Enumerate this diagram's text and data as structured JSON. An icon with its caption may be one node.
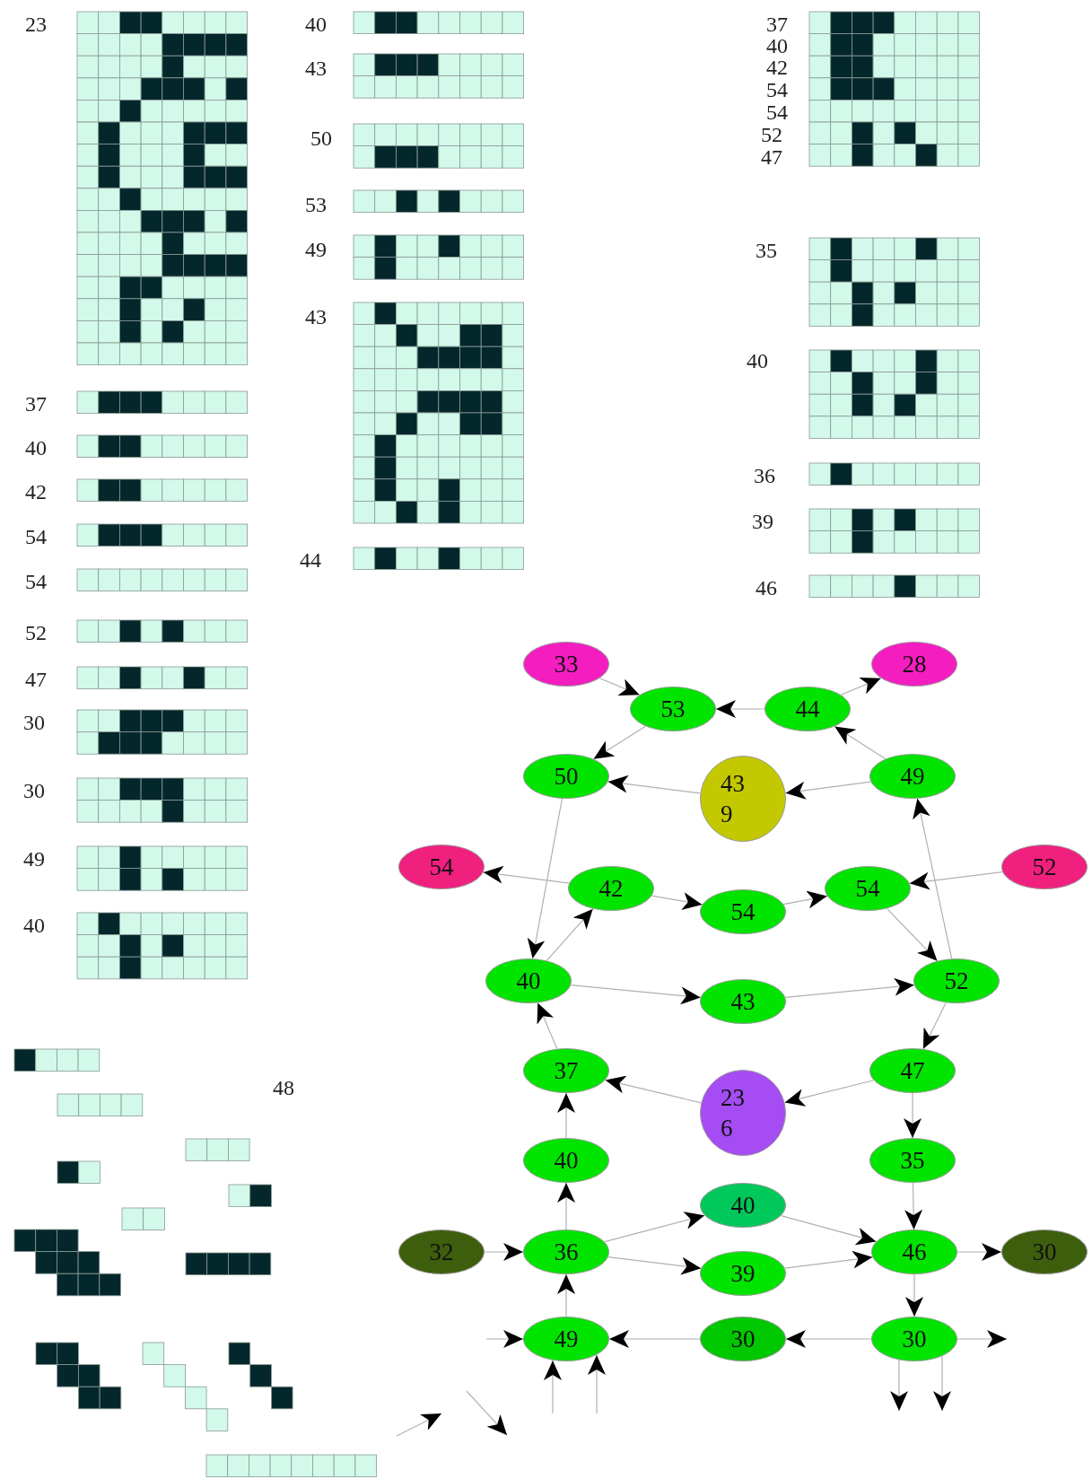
{
  "diagram": {
    "nodes": [
      {
        "text": [
          "33"
        ]
      },
      {
        "text": [
          "28"
        ]
      },
      {
        "text": [
          "53"
        ]
      },
      {
        "text": [
          "44"
        ]
      },
      {
        "text": [
          "50"
        ]
      },
      {
        "text": [
          "43",
          "9"
        ]
      },
      {
        "text": [
          "49"
        ]
      },
      {
        "text": [
          "54"
        ]
      },
      {
        "text": [
          "42"
        ]
      },
      {
        "text": [
          "54"
        ]
      },
      {
        "text": [
          "54"
        ]
      },
      {
        "text": [
          "52"
        ]
      },
      {
        "text": [
          "40"
        ]
      },
      {
        "text": [
          "43"
        ]
      },
      {
        "text": [
          "52"
        ]
      },
      {
        "text": [
          "37"
        ]
      },
      {
        "text": [
          "23",
          "6"
        ]
      },
      {
        "text": [
          "47"
        ]
      },
      {
        "text": [
          "40"
        ]
      },
      {
        "text": [
          "35"
        ]
      },
      {
        "text": [
          "40"
        ]
      },
      {
        "text": [
          "32"
        ]
      },
      {
        "text": [
          "36"
        ]
      },
      {
        "text": [
          "39"
        ]
      },
      {
        "text": [
          "46"
        ]
      },
      {
        "text": [
          "30"
        ]
      },
      {
        "text": [
          "49"
        ]
      },
      {
        "text": [
          "30"
        ]
      },
      {
        "text": [
          "30"
        ]
      }
    ],
    "edges": [
      {
        "from": 0,
        "to": 2,
        "arrow": "to"
      },
      {
        "from": 3,
        "to": 1,
        "arrow": "to"
      },
      {
        "from": 3,
        "to": 2,
        "arrow": "to"
      },
      {
        "from": 2,
        "to": 4,
        "arrow": "to"
      },
      {
        "from": 6,
        "to": 3,
        "arrow": "to"
      },
      {
        "from": 5,
        "to": 4,
        "arrow": "to"
      },
      {
        "from": 6,
        "to": 5,
        "arrow": "to"
      },
      {
        "from": 4,
        "to": 12,
        "arrow": "to"
      },
      {
        "from": 8,
        "to": 7,
        "arrow": "to"
      },
      {
        "from": 12,
        "to": 8,
        "arrow": "to"
      },
      {
        "from": 8,
        "to": 9,
        "arrow": "to"
      },
      {
        "from": 9,
        "to": 10,
        "arrow": "to"
      },
      {
        "from": 11,
        "to": 10,
        "arrow": "to"
      },
      {
        "from": 10,
        "to": 14,
        "arrow": "to"
      },
      {
        "from": 14,
        "to": 6,
        "arrow": "to"
      },
      {
        "from": 12,
        "to": 13,
        "arrow": "to"
      },
      {
        "from": 13,
        "to": 14,
        "arrow": "to"
      },
      {
        "from": 14,
        "to": 17,
        "arrow": "to"
      },
      {
        "from": 15,
        "to": 12,
        "arrow": "to"
      },
      {
        "from": 16,
        "to": 15,
        "arrow": "to"
      },
      {
        "from": 17,
        "to": 16,
        "arrow": "to"
      },
      {
        "from": 17,
        "to": 19,
        "arrow": "to"
      },
      {
        "from": 18,
        "to": 15,
        "arrow": "to"
      },
      {
        "from": 22,
        "to": 18,
        "arrow": "to"
      },
      {
        "from": 19,
        "to": 24,
        "arrow": "to"
      },
      {
        "from": 22,
        "to": 20,
        "arrow": "to"
      },
      {
        "from": 20,
        "to": 24,
        "arrow": "to"
      },
      {
        "from": 21,
        "to": 22,
        "arrow": "to"
      },
      {
        "from": 22,
        "to": 23,
        "arrow": "to"
      },
      {
        "from": 23,
        "to": 24,
        "arrow": "to"
      },
      {
        "from": 24,
        "to": 25,
        "arrow": "to"
      },
      {
        "from": 24,
        "to": 28,
        "arrow": "to"
      },
      {
        "from": 26,
        "to": 22,
        "arrow": "to"
      },
      {
        "from": 27,
        "to": 26,
        "arrow": "to"
      },
      {
        "from": 28,
        "to": 27,
        "arrow": "to"
      },
      {
        "from": null,
        "to": 26,
        "arrow": "to"
      },
      {
        "from": null,
        "to": 26,
        "arrow": "to"
      },
      {
        "from": null,
        "to": 26,
        "arrow": "to"
      },
      {
        "from": 28,
        "to": null,
        "arrow": "to"
      },
      {
        "from": 28,
        "to": null,
        "arrow": "to"
      },
      {
        "from": 28,
        "to": null,
        "arrow": "to"
      }
    ],
    "labels": [
      "23",
      "37",
      "40",
      "42",
      "54",
      "54",
      "52",
      "47",
      "30",
      "30",
      "49",
      "40",
      "40",
      "43",
      "50",
      "53",
      "49",
      "43",
      "44",
      "37",
      "40",
      "42",
      "54",
      "54",
      "52",
      "47",
      "35",
      "40",
      "36",
      "39",
      "46",
      "48"
    ]
  }
}
